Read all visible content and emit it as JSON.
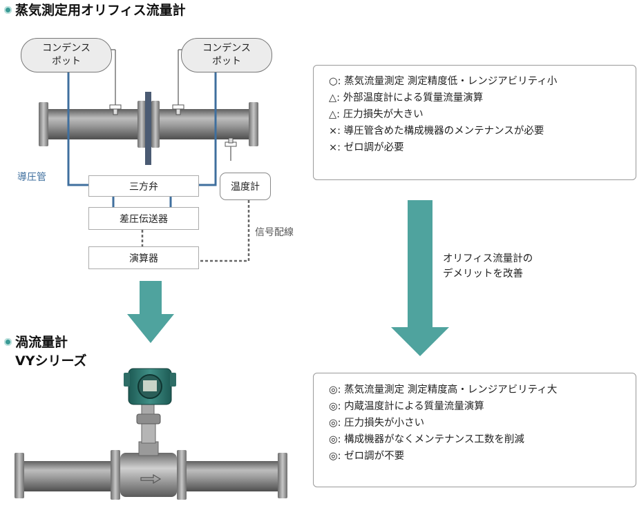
{
  "top_section": {
    "title": "蒸気測定用オリフィス流量計",
    "pot_left": {
      "line1": "コンデンス",
      "line2": "ポット"
    },
    "pot_right": {
      "line1": "コンデンス",
      "line2": "ポット"
    },
    "impulse_line_label": "導圧管",
    "three_valve": "三方弁",
    "dp_transmitter": "差圧伝送器",
    "calculator": "演算器",
    "temp_gauge": "温度計",
    "signal_wiring_label": "信号配線"
  },
  "bottom_section": {
    "title_line1": "渦流量計",
    "title_line2": "VYシリーズ"
  },
  "orifice_notes": [
    "○: 蒸気流量測定 測定精度低・レンジアビリティ小",
    "△: 外部温度計による質量流量演算",
    "△: 圧力損失が大きい",
    "×: 導圧管含めた構成機器のメンテナンスが必要",
    "×: ゼロ調が必要"
  ],
  "improvement_label": {
    "line1": "オリフィス流量計の",
    "line2": "デメリットを改善"
  },
  "vortex_notes": [
    "◎: 蒸気流量測定 測定精度高・レンジアビリティ大",
    "◎: 内蔵温度計による質量流量演算",
    "◎: 圧力損失が小さい",
    "◎: 構成機器がなくメンテナンス工数を削減",
    "◎: ゼロ調が不要"
  ],
  "colors": {
    "accent_teal": "#4fa39e",
    "impulse_line_blue": "#3f6f9e",
    "pipe_gray": "#8a8a8a"
  }
}
